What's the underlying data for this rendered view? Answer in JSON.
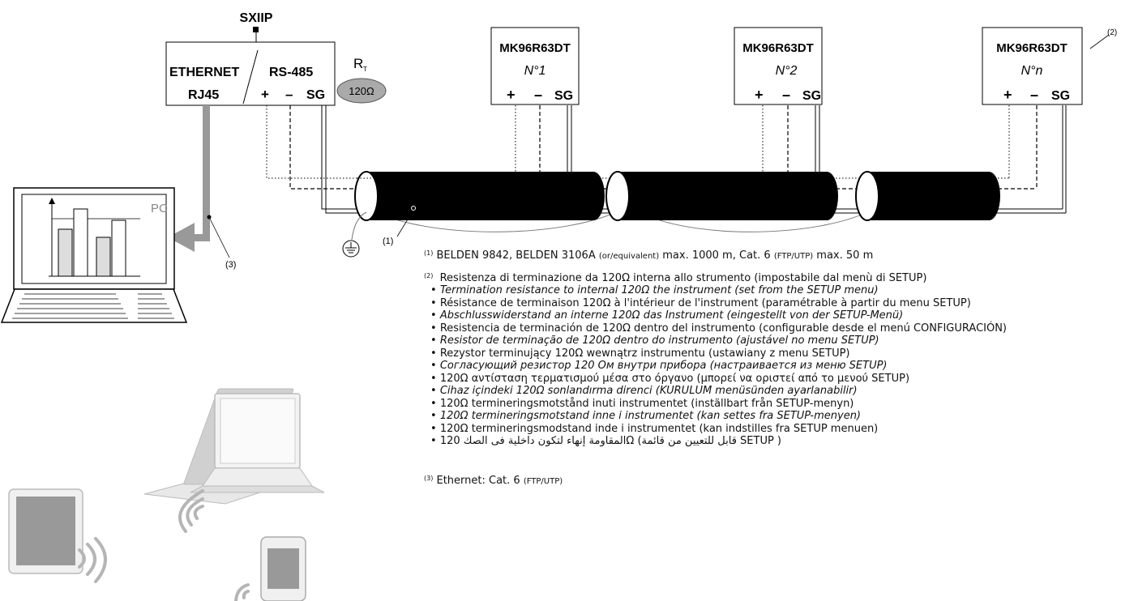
{
  "gateway": {
    "name": "SXIIP",
    "ethernet_label": "ETHERNET",
    "rj45_label": "RJ45",
    "rs485_label": "RS-485",
    "plus": "+",
    "minus": "–",
    "sg": "SG",
    "rt_label": "R",
    "rt_sub": "T",
    "resistor": "120Ω"
  },
  "instruments": [
    {
      "model": "MK96R63DT",
      "number": "N°1",
      "plus": "+",
      "minus": "–",
      "sg": "SG"
    },
    {
      "model": "MK96R63DT",
      "number": "N°2",
      "plus": "+",
      "minus": "–",
      "sg": "SG"
    },
    {
      "model": "MK96R63DT",
      "number": "N°n",
      "plus": "+",
      "minus": "–",
      "sg": "SG"
    }
  ],
  "callouts": {
    "c1": "(1)",
    "c2": "(2)",
    "c3": "(3)",
    "pc": "PC"
  },
  "notes": {
    "note1": {
      "sup": "(1)",
      "pre": "BELDEN 9842, BELDEN 3106A ",
      "or": "(or/equivalent)",
      "mid": " max. 1000 m, Cat. 6 ",
      "ftp": "(FTP/UTP)",
      "post": " max. 50 m"
    },
    "note2": {
      "sup": "(2)",
      "text": "Resistenza di terminazione da 120Ω interna allo strumento (impostabile dal menù di SETUP)",
      "items": [
        {
          "text": "Termination resistance to internal 120Ω the instrument (set from the SETUP menu)",
          "italic": true
        },
        {
          "text": "Résistance de terminaison 120Ω à l'intérieur de l'instrument (paramétrable à partir du menu SETUP)",
          "italic": false
        },
        {
          "text": "Abschlusswiderstand an interne 120Ω das Instrument (eingestellt von der SETUP-Menü)",
          "italic": true
        },
        {
          "text": "Resistencia de terminación de 120Ω dentro del instrumento (configurable desde el menú CONFIGURACIÓN)",
          "italic": false
        },
        {
          "text": "Resistor de terminação de 120Ω dentro do instrumento (ajustável no menu SETUP)",
          "italic": true
        },
        {
          "text": "Rezystor terminujący 120Ω wewnątrz instrumentu (ustawiany z menu SETUP)",
          "italic": false
        },
        {
          "text": "Согласующий резистор 120 Ом внутри прибора (настраивается из меню SETUP)",
          "italic": true
        },
        {
          "text": "120Ω αντίσταση τερματισμού μέσα στο όργανο (μπορεί να οριστεί από το μενού SETUP)",
          "italic": false
        },
        {
          "text": "Cihaz içindeki 120Ω sonlandırma direnci (KURULUM menüsünden ayarlanabilir)",
          "italic": true
        },
        {
          "text": "120Ω termineringsmotstånd inuti instrumentet (inställbart från SETUP-menyn)",
          "italic": false
        },
        {
          "text": "120Ω termineringsmotstand inne i instrumentet (kan settes fra SETUP-menyen)",
          "italic": true
        },
        {
          "text": "120Ω termineringsmodstand inde i instrumentet (kan indstilles fra SETUP menuen)",
          "italic": false
        },
        {
          "text": "المقاومة إنهاء لتكون داخلية فى الصك 120Ω (قابل للتعيين من قائمة SETUP )",
          "italic": false
        }
      ]
    },
    "note3": {
      "sup": "(3)",
      "text": "Ethernet: Cat. 6 ",
      "ftp": "(FTP/UTP)"
    }
  }
}
